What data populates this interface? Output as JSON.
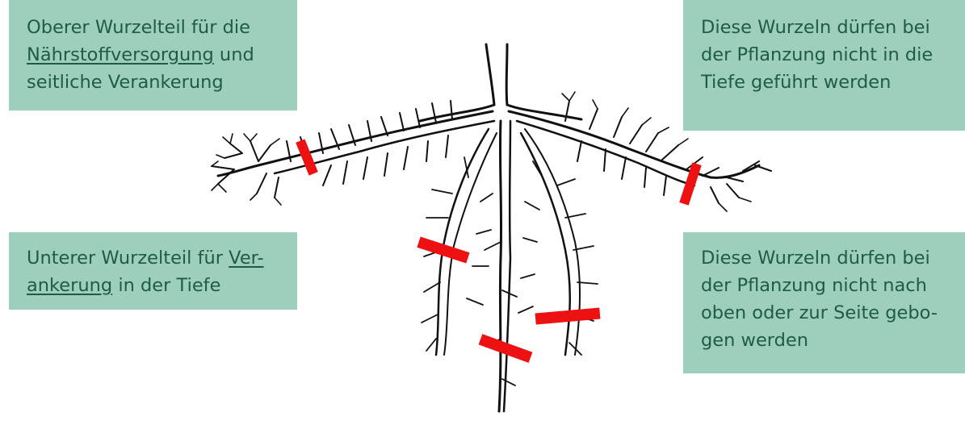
{
  "diagram": {
    "labels": {
      "upper_root": {
        "line1": "Oberer Wurzelteil für die",
        "line2_underlined": "Nährstoffversorgung",
        "line2_rest": " und",
        "line3": "seitliche Verankerung"
      },
      "upper_warning": {
        "line1": "Diese Wurzeln dürfen bei",
        "line2": "der Pflanzung nicht in die",
        "line3": "Tiefe geführt werden"
      },
      "lower_root": {
        "line1_text": "Unterer Wurzelteil für ",
        "line1_underlined": "Ver-",
        "line2_underlined": "ankerung",
        "line2_rest": " in der Tiefe"
      },
      "lower_warning": {
        "line1": "Diese Wurzeln dürfen bei",
        "line2": "der Pflanzung nicht nach",
        "line3": "oben oder zur Seite gebo-",
        "line4": "gen werden"
      }
    },
    "colors": {
      "label_background": "#9ecfbd",
      "label_text": "#1f5c48",
      "root_ink": "#111111",
      "cut_marker": "#ee1111"
    },
    "illustration": "root-system-drawing"
  }
}
